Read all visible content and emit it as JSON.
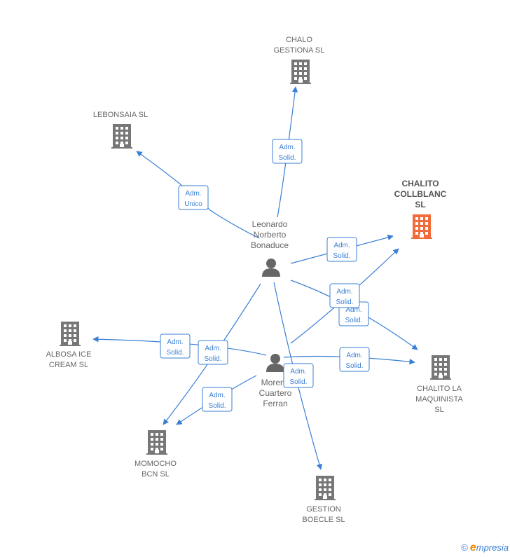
{
  "companies": [
    {
      "id": "chalo",
      "lines": [
        "CHALO",
        "GESTIONA  SL"
      ],
      "focus": false
    },
    {
      "id": "lebonsaia",
      "lines": [
        "LEBONSAIA  SL"
      ],
      "focus": false
    },
    {
      "id": "chalito_collblanc",
      "lines": [
        "CHALITO",
        "COLLBLANC",
        "SL"
      ],
      "focus": true
    },
    {
      "id": "albosa",
      "lines": [
        "ALBOSA ICE",
        "CREAM  SL"
      ],
      "focus": false
    },
    {
      "id": "chalito_maquinista",
      "lines": [
        "CHALITO LA",
        "MAQUINISTA",
        "SL"
      ],
      "focus": false
    },
    {
      "id": "momocho",
      "lines": [
        "MOMOCHO",
        "BCN  SL"
      ],
      "focus": false
    },
    {
      "id": "gestion_boecle",
      "lines": [
        "GESTION",
        "BOECLE  SL"
      ],
      "focus": false
    }
  ],
  "people": [
    {
      "id": "leonardo",
      "lines": [
        "Leonardo",
        "Norberto",
        "Bonaduce"
      ]
    },
    {
      "id": "moreno",
      "lines": [
        "Moreno",
        "Cuartero",
        "Ferran"
      ]
    }
  ],
  "edges": [
    {
      "id": "e1",
      "lines": [
        "Adm.",
        "Solid."
      ]
    },
    {
      "id": "e2",
      "lines": [
        "Adm.",
        "Unico"
      ]
    },
    {
      "id": "e3",
      "lines": [
        "Adm.",
        "Solid."
      ]
    },
    {
      "id": "e4",
      "lines": [
        "Adm.",
        "Solid."
      ]
    },
    {
      "id": "e5",
      "lines": [
        "Adm.",
        "Solid."
      ]
    },
    {
      "id": "e6",
      "lines": [
        "Adm.",
        "Solid."
      ]
    },
    {
      "id": "e7",
      "lines": [
        "Adm.",
        "Solid."
      ]
    },
    {
      "id": "e8",
      "lines": [
        "Adm.",
        "Solid."
      ]
    },
    {
      "id": "e9",
      "lines": [
        "Adm.",
        "Solid."
      ]
    },
    {
      "id": "e10",
      "lines": [
        "Adm.",
        "Solid."
      ]
    },
    {
      "id": "e11",
      "lines": [
        "Adm.",
        "Solid."
      ]
    }
  ],
  "footer": {
    "copyright": "©",
    "brand_initial": "e",
    "brand_rest": "mpresia"
  },
  "colors": {
    "edge": "#3a7fd5",
    "building": "#777777",
    "focus_building": "#f26b3a",
    "person": "#666666"
  }
}
